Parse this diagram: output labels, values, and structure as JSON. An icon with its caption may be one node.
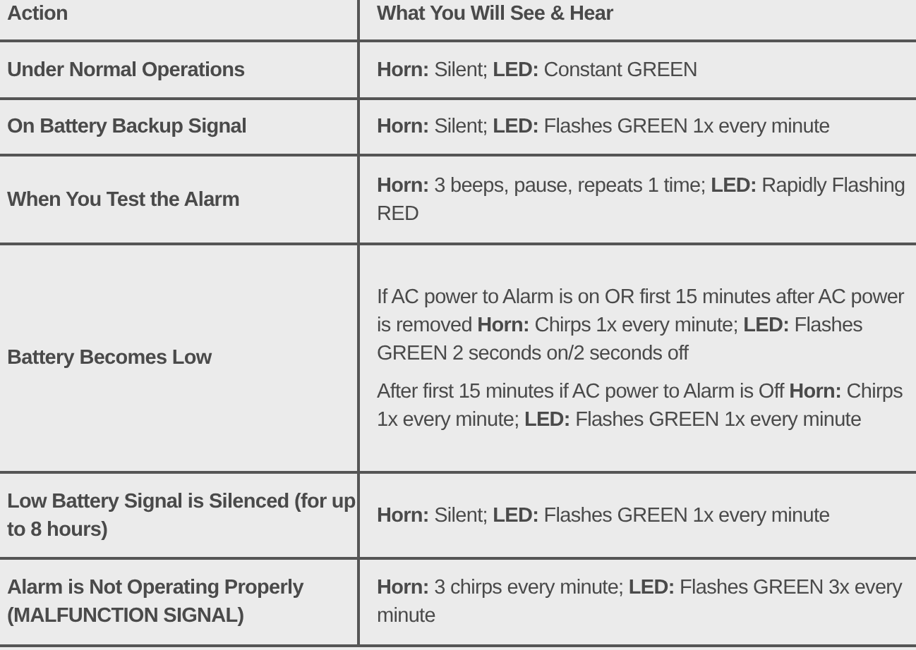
{
  "diagram": {
    "labels": [
      "Action",
      "What You Will See & Hear",
      "Under Normal Operations",
      "**Horn:** Silent; **LED:** Constant GREEN",
      "On Battery Backup Signal",
      "**Horn:** Silent; **LED:** Flashes GREEN 1x every minute",
      "When You Test the Alarm",
      "**Horn:** 3 beeps, pause, repeats 1 time; **LED:** Rapidly Flashing RED",
      "Battery Becomes Low",
      "If AC power to Alarm is on OR first 15 minutes after AC power is removed **Horn:** Chirps 1x every minute; **LED:** Flashes GREEN 2 seconds on/2 seconds off",
      "After first 15 minutes if AC power to Alarm is Off **Horn:** Chirps 1x every minute; **LED:** Flashes GREEN 1x every minute",
      "Low Battery Signal is Silenced (for up to 8 hours)",
      "**Horn:** Silent; **LED:** Flashes GREEN 1x every minute",
      "Alarm is Not Operating Properly (MALFUNCTION SIGNAL)",
      "**Horn:** 3 chirps every minute; **LED:** Flashes GREEN 3x every minute"
    ]
  }
}
